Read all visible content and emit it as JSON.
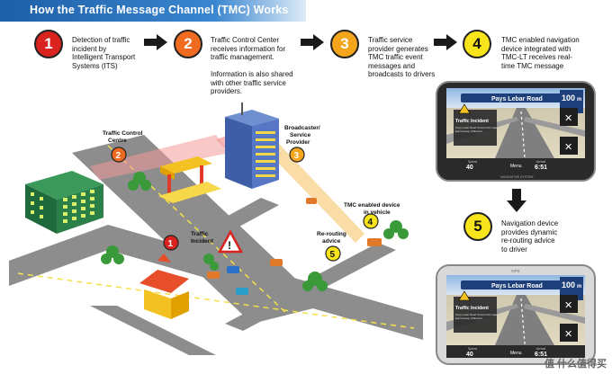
{
  "header": {
    "title": "How the Traffic Message Channel (TMC) Works"
  },
  "steps": [
    {
      "number": "1",
      "color": "#d8231f",
      "text_color": "#ffffff",
      "lines": [
        "Detection of traffic",
        "incident by",
        "Intelligent Transport",
        "Systems (ITS)"
      ]
    },
    {
      "number": "2",
      "color": "#f06a20",
      "text_color": "#ffffff",
      "lines": [
        "Traffic Control Center",
        "receives information for",
        "traffic management.",
        "",
        "Information is also shared",
        "with other traffic service",
        "providers."
      ]
    },
    {
      "number": "3",
      "color": "#f5a51c",
      "text_color": "#ffffff",
      "lines": [
        "Traffic service",
        "provider generates",
        "TMC traffic event",
        "messages and",
        "broadcasts to drivers"
      ]
    },
    {
      "number": "4",
      "color": "#f7e41a",
      "text_color": "#111111",
      "lines": [
        "TMC enabled navigation",
        "device integrated with",
        "TMC-LT receives real-",
        "time TMC message"
      ]
    },
    {
      "number": "5",
      "color": "#f7e41a",
      "text_color": "#111111",
      "lines": [
        "Navigation device",
        "provides dynamic",
        "re-routing advice",
        "to driver"
      ]
    }
  ],
  "scene_labels": {
    "traffic_control_centre": [
      "Traffic Control",
      "Centre"
    ],
    "broadcaster": [
      "Broadcaster/",
      "Service",
      "Provider"
    ],
    "tmc_device": [
      "TMC enabled device",
      "in vehicle"
    ],
    "rerouting": [
      "Re-routing",
      "advice"
    ],
    "traffic_incident": [
      "Traffic",
      "Incident"
    ]
  },
  "gps": {
    "road": "Pays Lebar Road",
    "dist": "100",
    "dist_unit": "m",
    "popup_title": "Traffic Incident",
    "popup_body": [
      "Pays Lebar Road Toward Pan Island",
      "Expressway (PIE) Exit"
    ],
    "speed_label": "Speed",
    "speed": "40",
    "menu": "Menu",
    "arrival_label": "Arrival",
    "arrival": "6:51",
    "brand": "NAVIGATION SYSTEM",
    "brand2": "GPS"
  },
  "watermark": "值 什么值得买"
}
